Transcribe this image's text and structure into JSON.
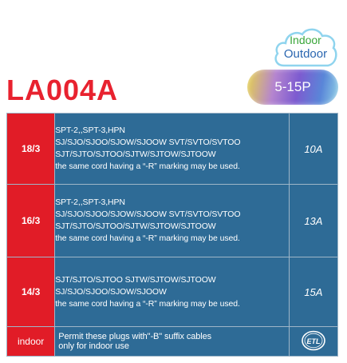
{
  "badge": {
    "line1": "Indoor",
    "line2": "Outdoor"
  },
  "model": "LA004A",
  "plug_type": "5-15P",
  "rows": [
    {
      "gauge": "18/3",
      "lines": [
        "SPT-2,,SPT-3,HPN",
        "SJ/SJO/SJOO/SJOW/SJOOW SVT/SVTO/SVTOO",
        "SJT/SJTO/SJTOO/SJTW/SJTOW/SJTOOW",
        "the same cord having a “-R” marking may be used."
      ],
      "amperage": "10A"
    },
    {
      "gauge": "16/3",
      "lines": [
        "SPT-2,,SPT-3,HPN",
        "SJ/SJO/SJOO/SJOW/SJOOW SVT/SVTO/SVTOO",
        "SJT/SJTO/SJTOO/SJTW/SJTOW/SJTOOW",
        "the same cord having a “-R” marking may be used."
      ],
      "amperage": "13A"
    },
    {
      "gauge": "14/3",
      "lines": [
        "SJT/SJTO/SJTOO SJTW/SJTOW/SJTOOW",
        "SJ/SJO/SJOO/SJOW/SJOOW",
        "the same cord having a “-R” marking may be used."
      ],
      "amperage": "15A"
    }
  ],
  "footer": {
    "label": "indoor",
    "line1": "Permit these plugs with\"-B\" suffix cables",
    "line2": "only for indoor use",
    "mark_text": "ETL",
    "mark_icon": "etl-listed-icon"
  },
  "colors": {
    "red": "#e11c27",
    "blue": "#2e6b96",
    "model": "#e8222f"
  }
}
